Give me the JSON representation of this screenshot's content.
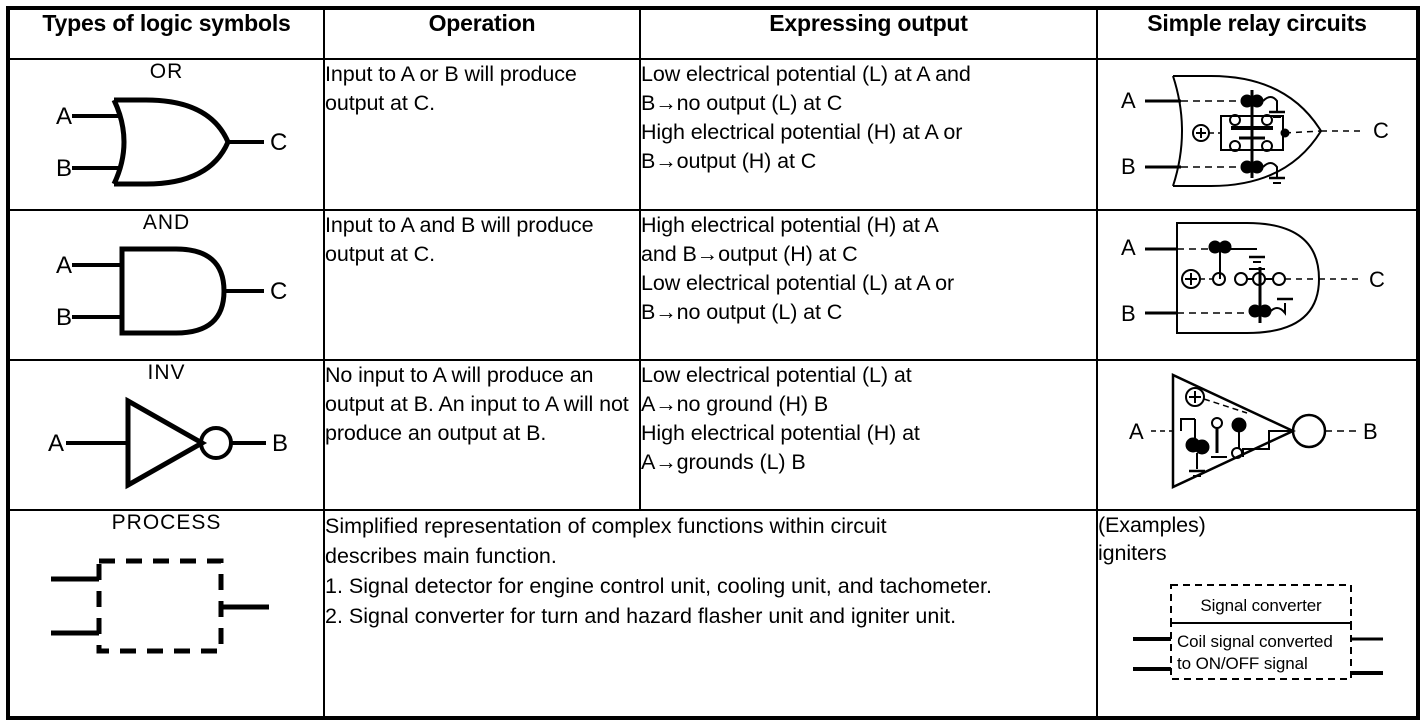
{
  "table": {
    "headers": [
      "Types of logic symbols",
      "Operation",
      "Expressing output",
      "Simple relay circuits"
    ],
    "rows": [
      {
        "symbol_name": "OR",
        "symbol_icon": "or-gate-symbol",
        "symbol_inputs": [
          "A",
          "B"
        ],
        "symbol_output": "C",
        "operation": "Input to A or B will produce output at C.",
        "output_lines": [
          "Low electrical potential (L) at A and",
          "B→no output (L) at C",
          "High electrical potential (H) at A or",
          "B→output (H) at C"
        ],
        "relay_icon": "or-relay-circuit",
        "relay_inputs": [
          "A",
          "B"
        ],
        "relay_output": "C"
      },
      {
        "symbol_name": "AND",
        "symbol_icon": "and-gate-symbol",
        "symbol_inputs": [
          "A",
          "B"
        ],
        "symbol_output": "C",
        "operation": "Input to A and B will produce output at C.",
        "output_lines": [
          "High electrical potential (H) at A",
          "and B→output (H) at C",
          "Low electrical potential (L) at A or",
          "B→no output (L) at C"
        ],
        "relay_icon": "and-relay-circuit",
        "relay_inputs": [
          "A",
          "B"
        ],
        "relay_output": "C"
      },
      {
        "symbol_name": "INV",
        "symbol_icon": "inverter-gate-symbol",
        "symbol_inputs": [
          "A"
        ],
        "symbol_output": "B",
        "operation": "No input to A will produce an output at B. An input to A will not produce an output at B.",
        "output_lines": [
          "Low electrical potential (L) at",
          "A→no ground (H) B",
          "High electrical potential (H) at",
          "A→grounds (L) B"
        ],
        "relay_icon": "inverter-relay-circuit",
        "relay_inputs": [
          "A"
        ],
        "relay_output": "B"
      }
    ],
    "process_row": {
      "symbol_name": "PROCESS",
      "symbol_icon": "process-block-symbol",
      "description_lines": [
        "Simplified representation of complex functions within circuit",
        "describes main function."
      ],
      "items": [
        "1. Signal detector for engine control unit, cooling unit, and tachometer.",
        "2. Signal converter for turn and hazard flasher unit and igniter unit."
      ],
      "examples_label": "(Examples)",
      "examples_value": "igniters",
      "converter_icon": "signal-converter-block",
      "converter_title": "Signal converter",
      "converter_line1": "Coil signal converted",
      "converter_line2": "to ON/OFF signal"
    }
  },
  "colors": {
    "ink": "#000000",
    "paper": "#ffffff"
  }
}
